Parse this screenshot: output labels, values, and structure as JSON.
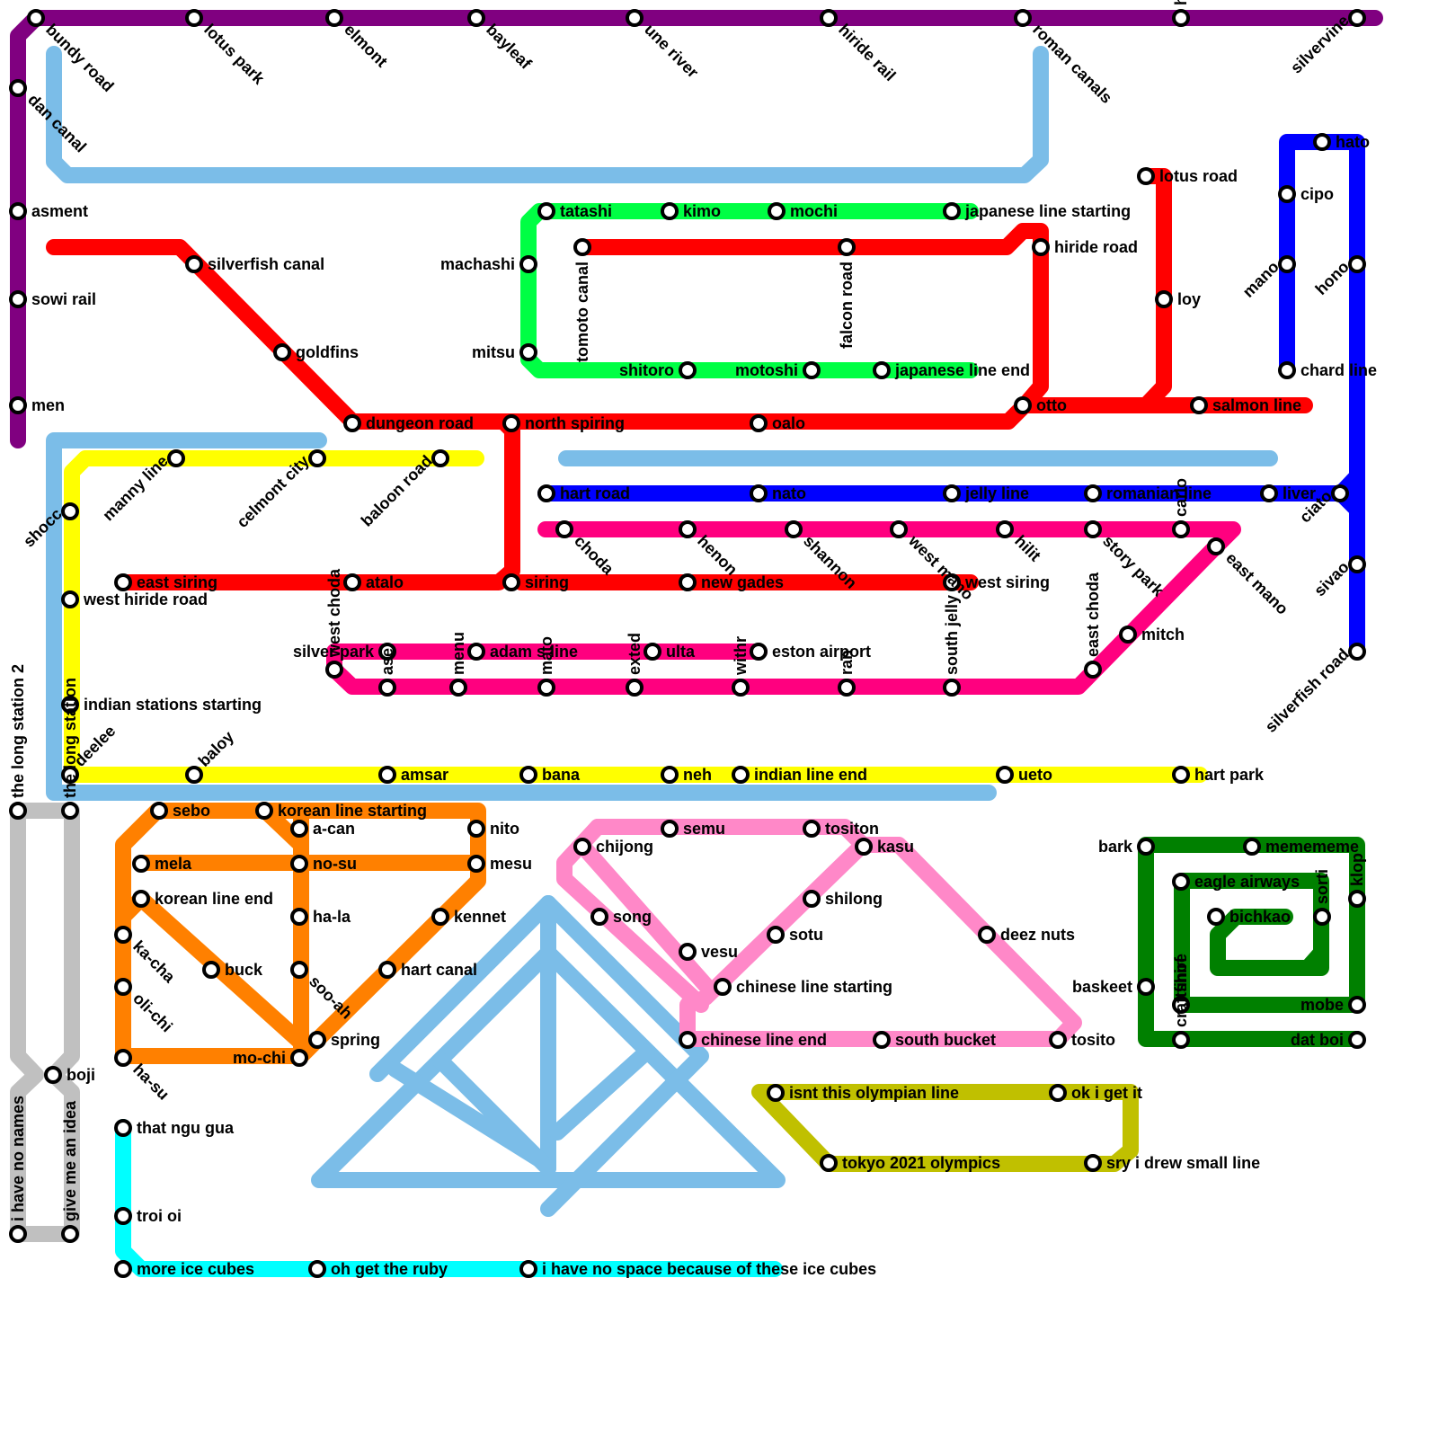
{
  "colors": {
    "purple": "#800080",
    "lightblue": "#7bbde8",
    "red": "#ff0000",
    "green": "#00ff44",
    "blue": "#0000ff",
    "yellow": "#ffff00",
    "magenta": "#ff007f",
    "orange": "#ff8000",
    "pink": "#ff88c8",
    "darkgreen": "#008000",
    "olive": "#c0c000",
    "cyan": "#00ffff",
    "gray": "#c0c0c0"
  },
  "stations": [
    {
      "name": "bundy road"
    },
    {
      "name": "lotus park"
    },
    {
      "name": "elmont"
    },
    {
      "name": "bayleaf"
    },
    {
      "name": "une river"
    },
    {
      "name": "hiride rail"
    },
    {
      "name": "roman canals"
    },
    {
      "name": "hiride park"
    },
    {
      "name": "silvervine"
    },
    {
      "name": "dan canal"
    },
    {
      "name": "asment"
    },
    {
      "name": "sowi rail"
    },
    {
      "name": "men"
    },
    {
      "name": "silverfish canal"
    },
    {
      "name": "goldfins"
    },
    {
      "name": "dungeon road"
    },
    {
      "name": "north spiring"
    },
    {
      "name": "oalo"
    },
    {
      "name": "otto"
    },
    {
      "name": "salmon line"
    },
    {
      "name": "lotus road"
    },
    {
      "name": "loy"
    },
    {
      "name": "hiride road"
    },
    {
      "name": "tomoto canal"
    },
    {
      "name": "falcon road"
    },
    {
      "name": "tatashi"
    },
    {
      "name": "kimo"
    },
    {
      "name": "mochi"
    },
    {
      "name": "japanese line starting"
    },
    {
      "name": "machashi"
    },
    {
      "name": "mitsu"
    },
    {
      "name": "shitoro"
    },
    {
      "name": "motoshi"
    },
    {
      "name": "japanese line end"
    },
    {
      "name": "hato"
    },
    {
      "name": "cipo"
    },
    {
      "name": "mano"
    },
    {
      "name": "hono"
    },
    {
      "name": "chard line"
    },
    {
      "name": "ciato"
    },
    {
      "name": "sivao"
    },
    {
      "name": "silverfish road"
    },
    {
      "name": "hart road"
    },
    {
      "name": "nato"
    },
    {
      "name": "jelly line"
    },
    {
      "name": "romanian line"
    },
    {
      "name": "liver"
    },
    {
      "name": "manny line"
    },
    {
      "name": "celmont city"
    },
    {
      "name": "baloon road"
    },
    {
      "name": "shocc"
    },
    {
      "name": "west hiride road"
    },
    {
      "name": "indian stations starting"
    },
    {
      "name": "deelee"
    },
    {
      "name": "baloy"
    },
    {
      "name": "amsar"
    },
    {
      "name": "bana"
    },
    {
      "name": "neh"
    },
    {
      "name": "indian line end"
    },
    {
      "name": "ueto"
    },
    {
      "name": "hart park"
    },
    {
      "name": "east siring"
    },
    {
      "name": "atalo"
    },
    {
      "name": "siring"
    },
    {
      "name": "new gades"
    },
    {
      "name": "west siring"
    },
    {
      "name": "choda"
    },
    {
      "name": "henon"
    },
    {
      "name": "shannon"
    },
    {
      "name": "west mano"
    },
    {
      "name": "hilit"
    },
    {
      "name": "story park"
    },
    {
      "name": "carlo"
    },
    {
      "name": "east mano"
    },
    {
      "name": "mitch"
    },
    {
      "name": "east choda"
    },
    {
      "name": "silver park"
    },
    {
      "name": "adam s line"
    },
    {
      "name": "ulta"
    },
    {
      "name": "eston airport"
    },
    {
      "name": "west choda"
    },
    {
      "name": "ase"
    },
    {
      "name": "menu"
    },
    {
      "name": "mato"
    },
    {
      "name": "exted"
    },
    {
      "name": "withr"
    },
    {
      "name": "ran"
    },
    {
      "name": "south jelly"
    },
    {
      "name": "the long station 2"
    },
    {
      "name": "the long station"
    },
    {
      "name": "boji"
    },
    {
      "name": "i have no names"
    },
    {
      "name": "give me an idea"
    },
    {
      "name": "sebo"
    },
    {
      "name": "korean line starting"
    },
    {
      "name": "a-can"
    },
    {
      "name": "nito"
    },
    {
      "name": "mela"
    },
    {
      "name": "no-su"
    },
    {
      "name": "mesu"
    },
    {
      "name": "korean line end"
    },
    {
      "name": "ha-la"
    },
    {
      "name": "kennet"
    },
    {
      "name": "ka-cha"
    },
    {
      "name": "buck"
    },
    {
      "name": "soo-ah"
    },
    {
      "name": "hart canal"
    },
    {
      "name": "oli-chi"
    },
    {
      "name": "ha-su"
    },
    {
      "name": "mo-chi"
    },
    {
      "name": "spring"
    },
    {
      "name": "that ngu gua"
    },
    {
      "name": "troi oi"
    },
    {
      "name": "more ice cubes"
    },
    {
      "name": "oh get the ruby"
    },
    {
      "name": "i have no space because of these ice cubes"
    },
    {
      "name": "semu"
    },
    {
      "name": "tositon"
    },
    {
      "name": "chijong"
    },
    {
      "name": "kasu"
    },
    {
      "name": "shilong"
    },
    {
      "name": "song"
    },
    {
      "name": "sotu"
    },
    {
      "name": "deez nuts"
    },
    {
      "name": "vesu"
    },
    {
      "name": "chinese line starting"
    },
    {
      "name": "chinese line end"
    },
    {
      "name": "south bucket"
    },
    {
      "name": "tosito"
    },
    {
      "name": "isnt this olympian line"
    },
    {
      "name": "ok i get it"
    },
    {
      "name": "tokyo 2021 olympics"
    },
    {
      "name": "sry i drew small line"
    },
    {
      "name": "bark"
    },
    {
      "name": "memememe"
    },
    {
      "name": "eagle airways"
    },
    {
      "name": "bichkao"
    },
    {
      "name": "klop"
    },
    {
      "name": "sorti"
    },
    {
      "name": "baskeet"
    },
    {
      "name": "finof"
    },
    {
      "name": "mobe"
    },
    {
      "name": "craftshire"
    },
    {
      "name": "dat boi"
    }
  ]
}
